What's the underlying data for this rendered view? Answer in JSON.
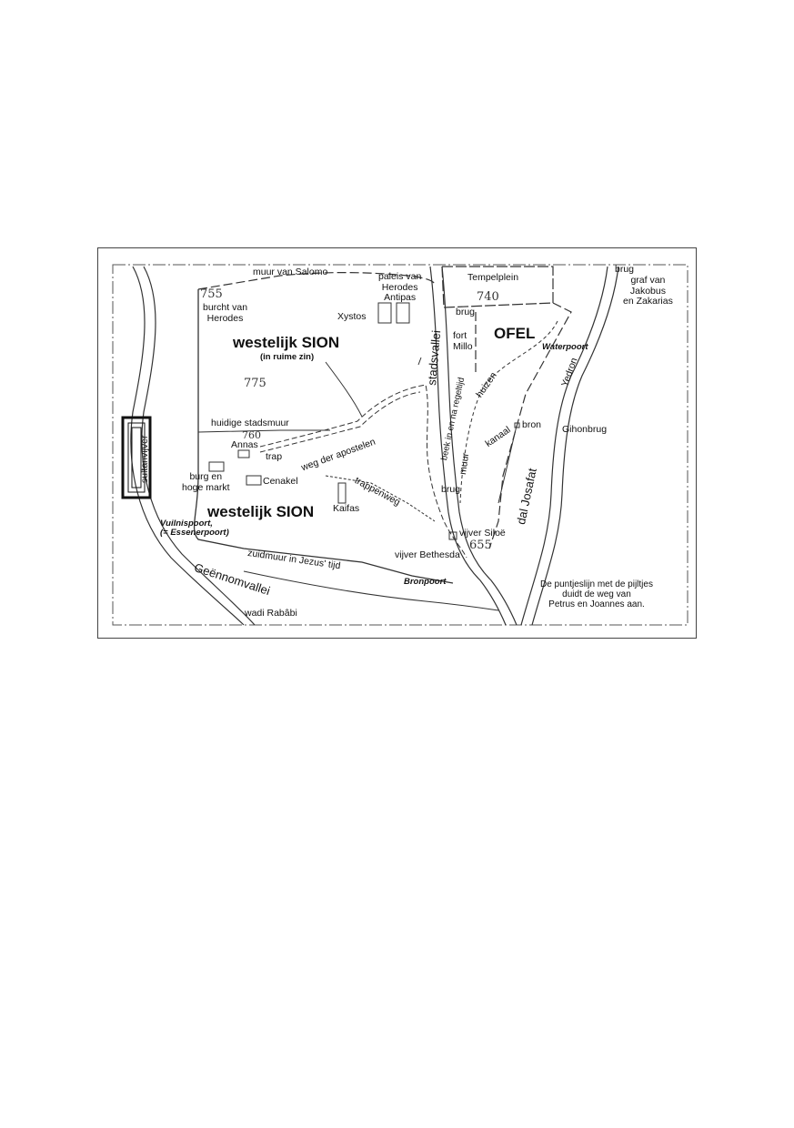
{
  "labels": {
    "muur_salomo": "muur van Salomo",
    "paleis": "paleis van\nHerodes\nAntipas",
    "tempelplein": "Tempelplein",
    "brug_top": "brug",
    "graf": "graf van\nJakobus\nen Zakarias",
    "elev_755": "755",
    "burcht": "burcht van\nHerodes",
    "elev_740": "740",
    "xystos": "Xystos",
    "brug_mid": "brug",
    "fort": "fort\nMillo",
    "ofel": "OFEL",
    "westelijk_sion_1": "westelijk SION",
    "ruime_zin": "(in ruime zin)",
    "waterpoort": "Waterpoort",
    "elev_775": "775",
    "stadsvallei": "stadsvallei",
    "huizen": "huizen",
    "yedron": "Yedron",
    "beek": "beek in en na regeltijd",
    "huidige_stadsmuur": "huidige stadsmuur",
    "elev_760": "760",
    "annas": "Annas",
    "weg_apostelen": "weg der apostelen",
    "kanaal": "kanaal",
    "bron": "bron",
    "gihonbrug": "Gihonbrug",
    "trap": "trap",
    "sultanvijver": "sultanvijver",
    "burg_markt": "burg en\nhoge markt",
    "cenakel": "Cenakel",
    "muur": "muur",
    "trappenweg": "trappenweg",
    "brug_low": "brug",
    "dal_josafat": "dal Josafat",
    "westelijk_sion_2": "westelijk SION",
    "kaifas": "Kaifas",
    "vuilnispoort": "Vuilnispoort,\n(= Essenerpoort)",
    "vijver_siloe": "vijver Siloë",
    "elev_655": "655",
    "vijver_bethesda": "vijver Bethesda",
    "zuidmuur": "zuidmuur in Jezus' tijd",
    "geennomvallei": "Geënnomvallei",
    "bronpoort": "Bronpoort",
    "legend": "De puntjeslijn met de pijltjes\nduidt de weg van\nPetrus en Joannes aan.",
    "wadi": "wadi Rabâbi"
  }
}
